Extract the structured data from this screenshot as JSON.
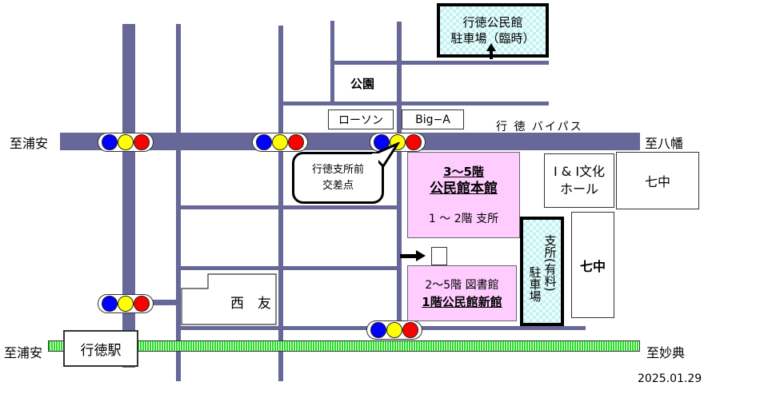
{
  "map": {
    "destinations": {
      "west_road": "至浦安",
      "east_road": "至八幡",
      "west_rail": "至浦安",
      "east_rail": "至妙典"
    },
    "road_name": "行 徳 バイパス",
    "landmarks": {
      "temp_parking": [
        "行徳公民館",
        "駐車場（臨時）"
      ],
      "park": "公園",
      "lawson": "ローソン",
      "biga": "Big−A",
      "intersection_callout": [
        "行徳支所前",
        "交差点"
      ],
      "main_hall": {
        "line1": "3〜5階",
        "line2": "公民館本館",
        "line3": "1 〜 2階  支所"
      },
      "new_hall": {
        "line1": "2〜5階  図書館",
        "line2": "1階公民館新館"
      },
      "culture_hall": [
        "I & I文化",
        "ホール"
      ],
      "nanachu_top": "七中",
      "nanachu_side": "七中",
      "branch_parking": {
        "col1": "支所(有料)",
        "col2": "駐車場"
      },
      "nishitomo": "西　友",
      "station": "行徳駅"
    },
    "signal_colors": {
      "blue": "#0000ff",
      "yellow": "#ffff00",
      "red": "#ff0000"
    },
    "road_color": "#676798",
    "rail_color": "#22dd22",
    "date": "2025.01.29"
  }
}
